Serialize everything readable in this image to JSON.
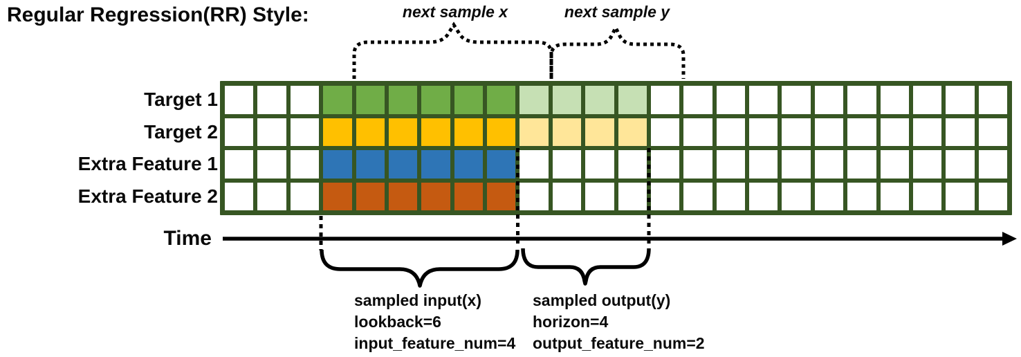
{
  "title": "Regular Regression(RR) Style:",
  "top_labels": {
    "next_x": "next sample x",
    "next_y": "next sample y"
  },
  "time_label": "Time",
  "grid": {
    "columns": 24,
    "colors": {
      "border": "#375623",
      "w": "#ffffff",
      "g": "#70AD47",
      "gl": "#C6E0B4",
      "y": "#FFC000",
      "yl": "#FFE699",
      "b": "#2E75B6",
      "o": "#C55A11"
    },
    "rows": [
      {
        "label": "Target 1",
        "cells": [
          "w",
          "w",
          "w",
          "g",
          "g",
          "g",
          "g",
          "g",
          "g",
          "gl",
          "gl",
          "gl",
          "gl",
          "w",
          "w",
          "w",
          "w",
          "w",
          "w",
          "w",
          "w",
          "w",
          "w",
          "w"
        ]
      },
      {
        "label": "Target 2",
        "cells": [
          "w",
          "w",
          "w",
          "y",
          "y",
          "y",
          "y",
          "y",
          "y",
          "yl",
          "yl",
          "yl",
          "yl",
          "w",
          "w",
          "w",
          "w",
          "w",
          "w",
          "w",
          "w",
          "w",
          "w",
          "w"
        ]
      },
      {
        "label": "Extra Feature 1",
        "cells": [
          "w",
          "w",
          "w",
          "b",
          "b",
          "b",
          "b",
          "b",
          "b",
          "w",
          "w",
          "w",
          "w",
          "w",
          "w",
          "w",
          "w",
          "w",
          "w",
          "w",
          "w",
          "w",
          "w",
          "w"
        ]
      },
      {
        "label": "Extra Feature 2",
        "cells": [
          "w",
          "w",
          "w",
          "o",
          "o",
          "o",
          "o",
          "o",
          "o",
          "w",
          "w",
          "w",
          "w",
          "w",
          "w",
          "w",
          "w",
          "w",
          "w",
          "w",
          "w",
          "w",
          "w",
          "w"
        ]
      }
    ]
  },
  "annotations": {
    "input": {
      "line1": "sampled input(x)",
      "line2": "lookback=6",
      "line3": "input_feature_num=4"
    },
    "output": {
      "line1": "sampled output(y)",
      "line2": "horizon=4",
      "line3": "output_feature_num=2"
    }
  }
}
